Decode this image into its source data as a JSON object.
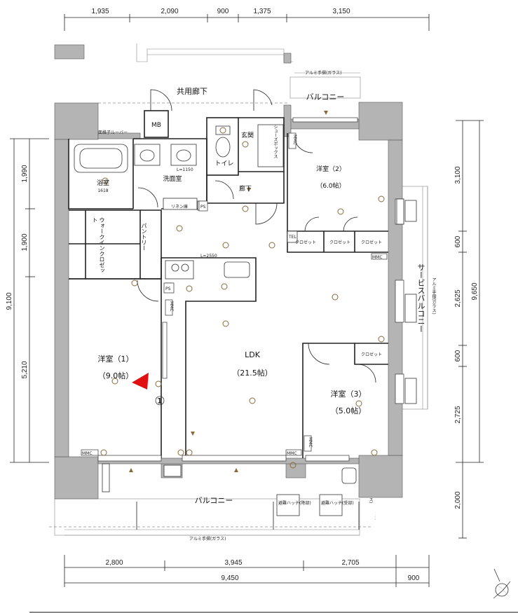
{
  "dimensions": {
    "top": [
      "1,935",
      "2,090",
      "900",
      "1,375",
      "3,150"
    ],
    "bottom": [
      "2,800",
      "3,945",
      "2,705"
    ],
    "bottom_total": "9,450",
    "bottom_extra": "900",
    "left": [
      "1,990",
      "1,900",
      "5,210"
    ],
    "left_total": "9,100",
    "right": [
      "3,100",
      "600",
      "2,625",
      "600",
      "2,725"
    ],
    "right_total": "9,650",
    "right_extra": "2,000"
  },
  "rooms": {
    "corridor_common": "共用廊下",
    "balcony_top": "バルコニー",
    "balcony_bottom": "バルコニー",
    "service_balcony": "サービスバルコニー",
    "mb": "MB",
    "entrance": "玄関",
    "shoe_box": "シューズボックス",
    "toilet": "トイレ",
    "hallway": "廊下",
    "washroom": "洗面室",
    "bath": "浴室",
    "bath_size": "1618",
    "linen": "リネン庫",
    "walkin": "ウォークインクロゼット",
    "pantry": "パントリー",
    "western1": "洋室（1）",
    "western1_size": "（9.0帖）",
    "western2": "洋室（2）",
    "western2_size": "（6.0帖）",
    "western3": "洋室（3）",
    "western3_size": "（5.0帖）",
    "ldk": "LDK",
    "ldk_size": "（21.5帖）",
    "closet": "クロゼット"
  },
  "labels": {
    "aluminum_glass": "アルミ手摺(ガラス)",
    "louver": "面格子ルーバー",
    "hatch_lower": "避難ハッチ(降部)",
    "hatch_upper": "避難ハッチ(受部)",
    "l_washroom": "L=1150",
    "l_kitchen": "L=2550",
    "ps": "PS",
    "mmc": "MMC",
    "tel": "TEL",
    "view_marker": "①"
  },
  "colors": {
    "wall": "#b4b4b4",
    "line": "#222222",
    "lamp": "#8a6a3a",
    "view_arrow": "#e01010"
  }
}
